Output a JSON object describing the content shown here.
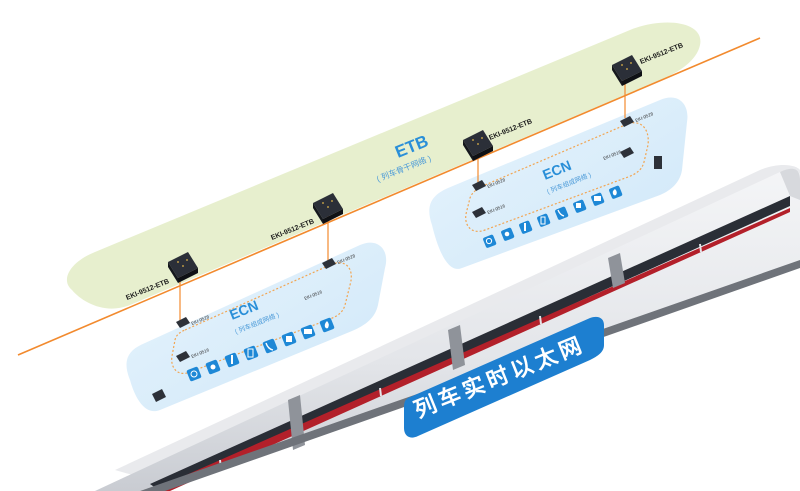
{
  "etb": {
    "title": "ETB",
    "subtitle": "( 列车骨干网络 )",
    "switch_label": "EKI-9512-ETB"
  },
  "ecn_left": {
    "title": "ECN",
    "subtitle": "( 列车组成网络 )",
    "device_top": "EKI-9528",
    "device_right_top": "EKI-9528",
    "device_right_bottom": "EKI-9516",
    "device_left_bottom": "EKI-9516"
  },
  "ecn_right": {
    "title": "ECN",
    "subtitle": "( 列车组成网络 )",
    "device_top": "EKI-9528",
    "device_left_top": "EKI-9528",
    "device_left_bottom": "EKI-9516",
    "device_right_bottom": "EKI-9516"
  },
  "banner": {
    "text": "列车实时以太网"
  },
  "icons": [
    "camera-icon",
    "radio-icon",
    "temperature-icon",
    "door-icon",
    "phone-icon",
    "passenger-info-icon",
    "display-icon",
    "fire-icon"
  ],
  "colors": {
    "etb_band": "#e6eecb",
    "ecn_panel": "#d6ecfa",
    "etb_line": "#f28a2e",
    "icon_tile": "#1e88d6",
    "banner_bg": "#1d7fd0",
    "train_stripe": "#b3202a"
  }
}
